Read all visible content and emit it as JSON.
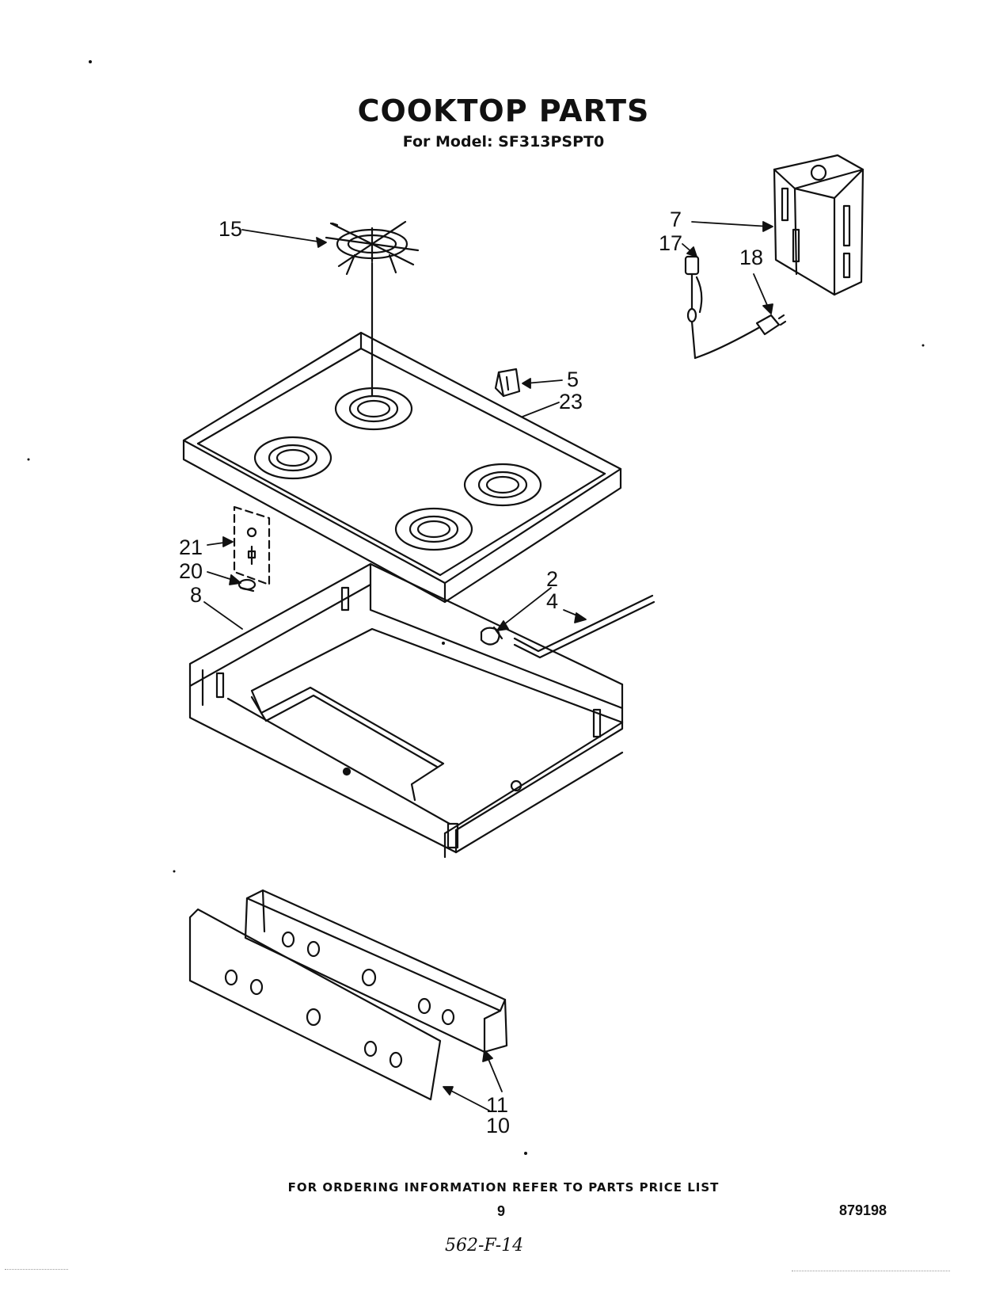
{
  "header": {
    "title": "COOKTOP PARTS",
    "model_line": "For Model: SF313PSPT0"
  },
  "callouts": {
    "p15": "15",
    "p7": "7",
    "p17": "17",
    "p18": "18",
    "p5": "5",
    "p23": "23",
    "p21": "21",
    "p20": "20",
    "p8": "8",
    "p2": "2",
    "p4": "4",
    "p11": "11",
    "p10": "10"
  },
  "footer": {
    "ordering_info": "FOR ORDERING INFORMATION REFER TO PARTS PRICE LIST",
    "page_number": "9",
    "document_number": "879198",
    "handwritten_note": "562-F-14"
  }
}
